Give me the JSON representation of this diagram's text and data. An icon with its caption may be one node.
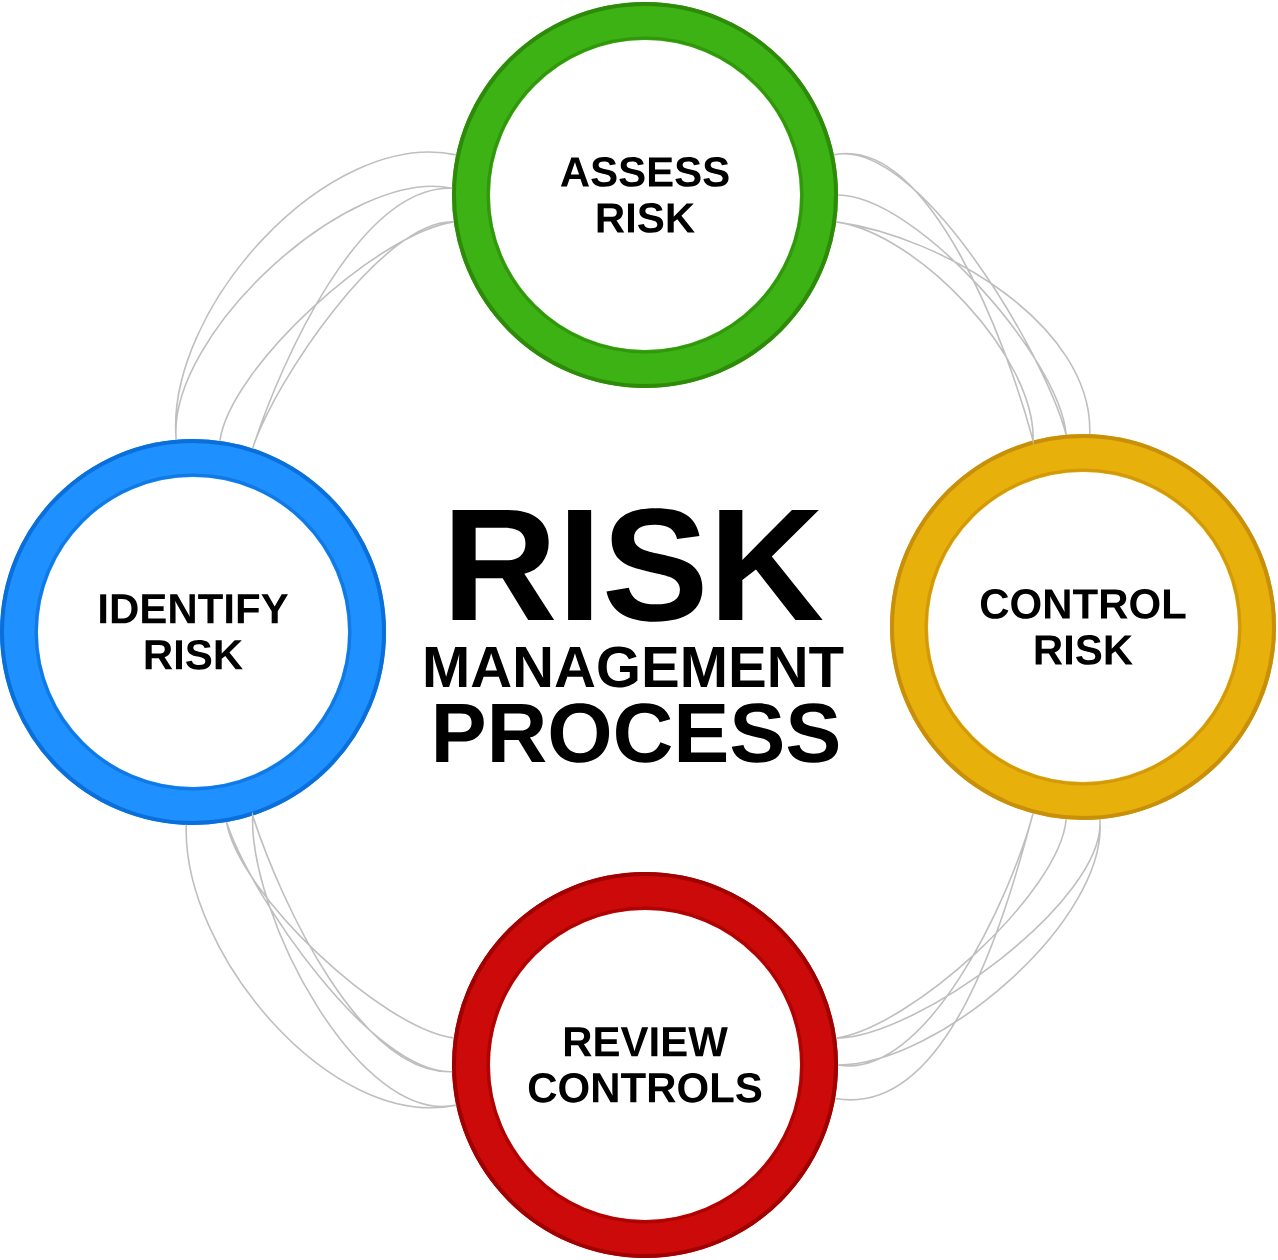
{
  "diagram": {
    "nodes": [
      {
        "text": [
          "ASSESS RISK"
        ]
      },
      {
        "text": [
          "IDENTIFY RISK"
        ]
      },
      {
        "text": [
          "CONTROL RISK"
        ]
      },
      {
        "text": [
          "REVIEW CONTROLS"
        ]
      }
    ],
    "edges": [
      {
        "from": 0,
        "to": 2,
        "arrow": "none"
      },
      {
        "from": 2,
        "to": 3,
        "arrow": "none"
      },
      {
        "from": 3,
        "to": 1,
        "arrow": "none"
      },
      {
        "from": 1,
        "to": 0,
        "arrow": "none"
      }
    ],
    "labels": [
      "RISK",
      "MANAGEMENT",
      "PROCESS"
    ]
  }
}
